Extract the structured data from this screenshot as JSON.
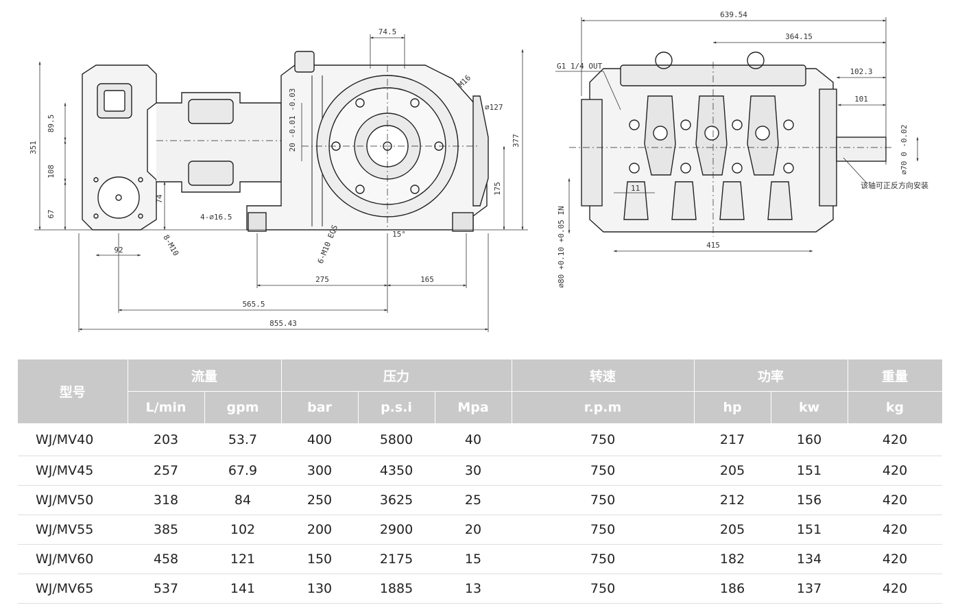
{
  "drawing": {
    "side_dims": [
      "74.5",
      "89.5",
      "108",
      "67",
      "351",
      "377",
      "175",
      "74",
      "92",
      "4-∅16.5",
      "8-M10",
      "M16",
      "∅127",
      "20 -0.01 -0.03",
      "6-M10 EQS",
      "15°",
      "275",
      "165",
      "565.5",
      "855.43"
    ],
    "end_dims": [
      "639.54",
      "364.15",
      "102.3",
      "101",
      "∅70 0 -0.02",
      "G1 1/4 OUT",
      "11",
      "415",
      "∅80 +0.10 +0.05 IN"
    ],
    "note": "该轴可正反方向安装"
  },
  "table": {
    "group_headers": {
      "model": "型号",
      "flow": "流量",
      "pressure": "压力",
      "speed": "转速",
      "power": "功率",
      "weight": "重量"
    },
    "unit_headers": [
      "L/min",
      "gpm",
      "bar",
      "p.s.i",
      "Mpa",
      "r.p.m",
      "hp",
      "kw",
      "kg"
    ],
    "rows": [
      [
        "WJ/MV40",
        "203",
        "53.7",
        "400",
        "5800",
        "40",
        "750",
        "217",
        "160",
        "420"
      ],
      [
        "WJ/MV45",
        "257",
        "67.9",
        "300",
        "4350",
        "30",
        "750",
        "205",
        "151",
        "420"
      ],
      [
        "WJ/MV50",
        "318",
        "84",
        "250",
        "3625",
        "25",
        "750",
        "212",
        "156",
        "420"
      ],
      [
        "WJ/MV55",
        "385",
        "102",
        "200",
        "2900",
        "20",
        "750",
        "205",
        "151",
        "420"
      ],
      [
        "WJ/MV60",
        "458",
        "121",
        "150",
        "2175",
        "15",
        "750",
        "182",
        "134",
        "420"
      ],
      [
        "WJ/MV65",
        "537",
        "141",
        "130",
        "1885",
        "13",
        "750",
        "186",
        "137",
        "420"
      ]
    ]
  }
}
